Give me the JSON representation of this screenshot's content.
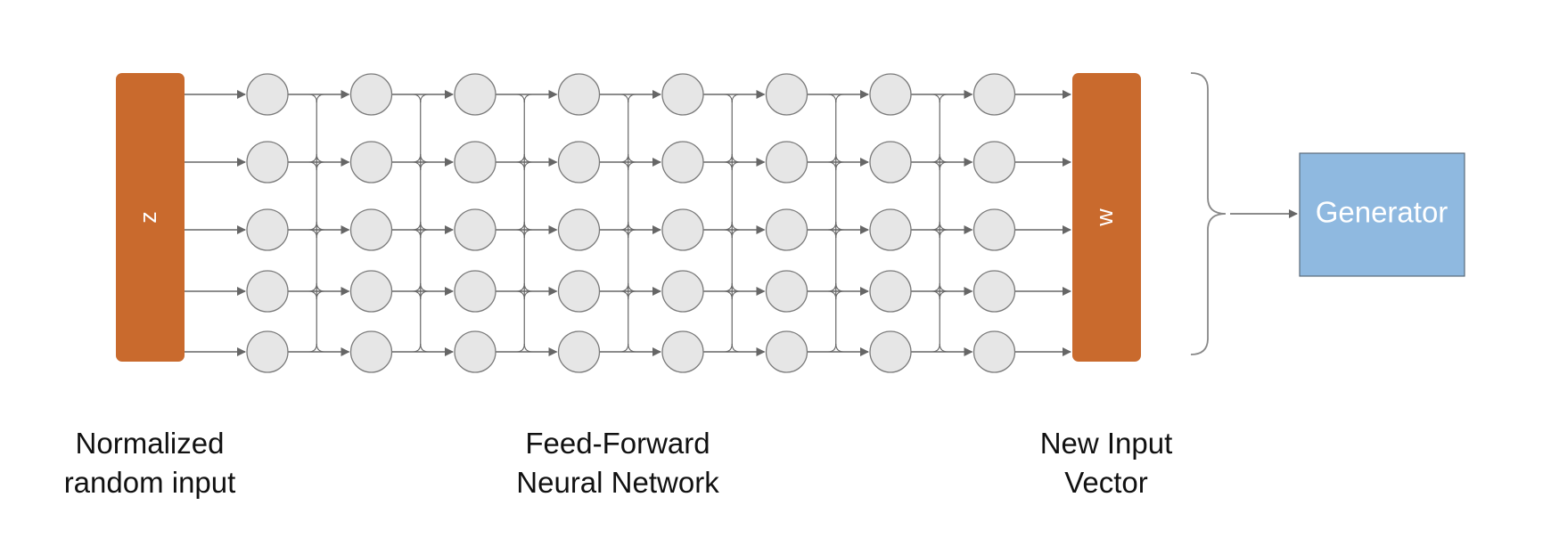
{
  "diagram": {
    "input_block_label": "z",
    "output_block_label": "w",
    "generator_label": "Generator",
    "network": {
      "hidden_layers": 8,
      "nodes_per_layer": 5
    },
    "colors": {
      "block_fill": "#c96a2d",
      "node_fill": "#e6e6e6",
      "node_stroke": "#7a7a7a",
      "edge_stroke": "#666666",
      "generator_fill": "#8fb9e0",
      "generator_stroke": "#5a6a7a",
      "block_text": "#ffffff"
    }
  },
  "captions": {
    "input": {
      "line1": "Normalized",
      "line2": "random input"
    },
    "network": {
      "line1": "Feed-Forward",
      "line2": "Neural Network"
    },
    "output": {
      "line1": "New Input",
      "line2": "Vector"
    }
  }
}
